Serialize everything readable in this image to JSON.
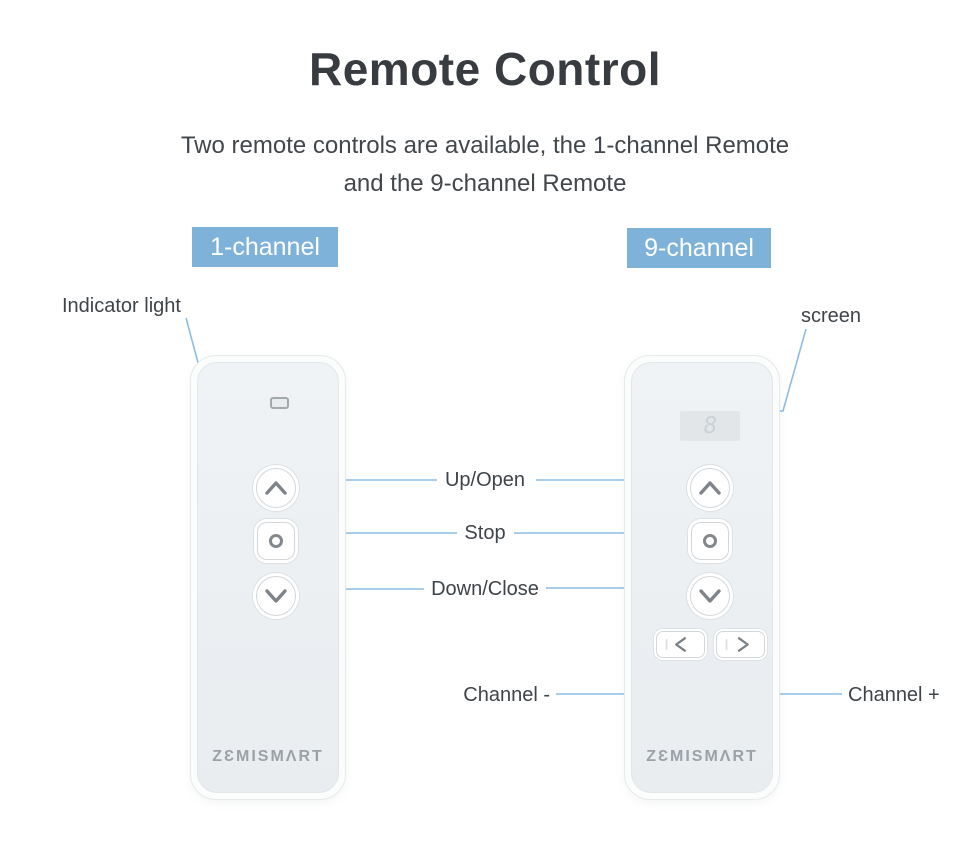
{
  "header": {
    "title": "Remote Control",
    "subtitle_line1": "Two remote controls are available, the 1-channel Remote",
    "subtitle_line2": "and the 9-channel Remote"
  },
  "badges": {
    "one_channel": "1-channel",
    "nine_channel": "9-channel"
  },
  "callouts": {
    "indicator_light": "Indicator light",
    "screen": "screen",
    "up_open": "Up/Open",
    "stop": "Stop",
    "down_close": "Down/Close",
    "channel_minus": "Channel -",
    "channel_plus": "Channel +"
  },
  "remotes": {
    "one_channel": {
      "brand": "ZƐMISMΛRT",
      "buttons": [
        "up",
        "stop",
        "down"
      ]
    },
    "nine_channel": {
      "brand": "ZƐMISMΛRT",
      "screen_value": "8",
      "buttons": [
        "up",
        "stop",
        "down",
        "channel-minus",
        "channel-plus"
      ]
    }
  },
  "icons": {
    "up": "chevron-up-icon",
    "stop": "ring-icon",
    "down": "chevron-down-icon",
    "channel_minus": "chevron-left-icon",
    "channel_plus": "chevron-right-icon"
  },
  "colors": {
    "badge_bg": "#7fb2d9",
    "badge_text": "#ffffff",
    "callout_line": "#8cbee5",
    "callout_dot": "#4d9bd5",
    "remote_body": "#ebeff2",
    "button_glyph": "#7e8489",
    "title_text": "#383c41",
    "body_text": "#42474c",
    "brand_text": "#9ba1a6"
  }
}
